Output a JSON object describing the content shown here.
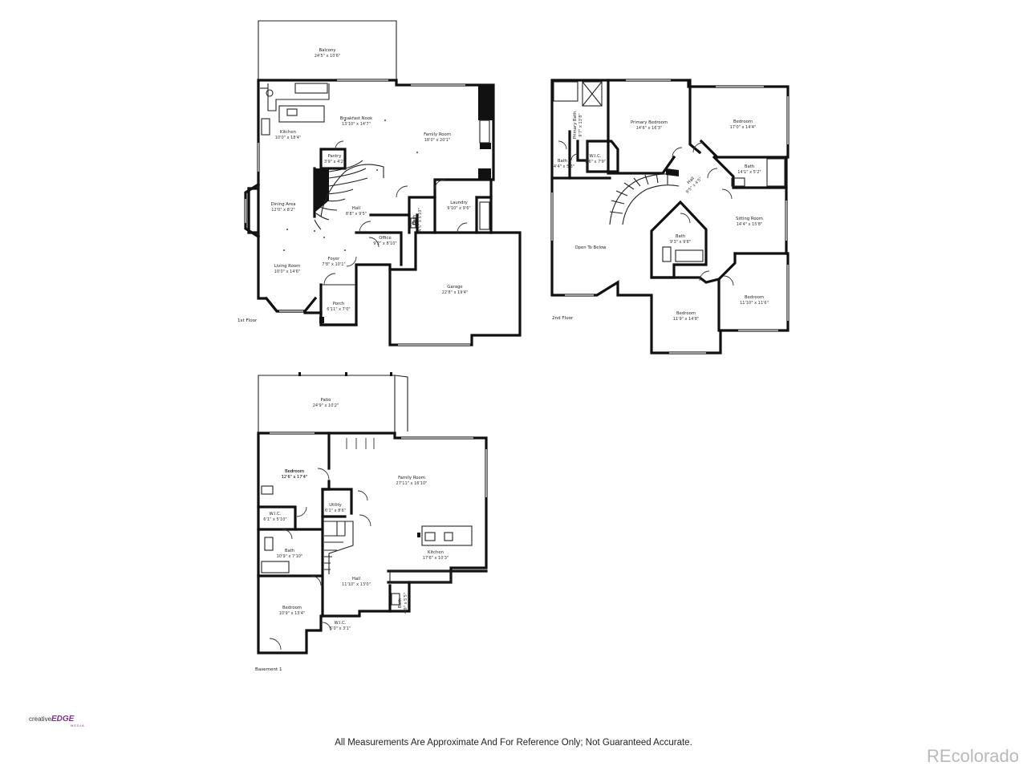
{
  "floors": {
    "first": {
      "label": "1st Floor",
      "rooms": [
        {
          "name": "Balcony",
          "dims": "24'5\" x 10'6\""
        },
        {
          "name": "Kitchen",
          "dims": "10'0\" x 18'4\""
        },
        {
          "name": "Breakfast Nook",
          "dims": "13'10\" x 14'7\""
        },
        {
          "name": "Family Room",
          "dims": "18'0\" x 20'1\""
        },
        {
          "name": "Pantry",
          "dims": "3'9\" x 4'2\""
        },
        {
          "name": "Dining Area",
          "dims": "12'0\" x 8'2\""
        },
        {
          "name": "Hall",
          "dims": "8'8\" x 9'5\""
        },
        {
          "name": "Laundry",
          "dims": "9'10\" x 9'6\""
        },
        {
          "name": "Bath",
          "dims": "4'5\" x 5'10\""
        },
        {
          "name": "Office",
          "dims": "9'2\" x 8'10\""
        },
        {
          "name": "Living Room",
          "dims": "10'0\" x 14'6\""
        },
        {
          "name": "Foyer",
          "dims": "7'8\" x 10'1\""
        },
        {
          "name": "Porch",
          "dims": "6'11\" x 7'0\""
        },
        {
          "name": "Garage",
          "dims": "22'8\" x 19'4\""
        }
      ]
    },
    "second": {
      "label": "2nd Floor",
      "rooms": [
        {
          "name": "Primary Bath",
          "dims": "9'7\" x 13'8\""
        },
        {
          "name": "Primary Bedroom",
          "dims": "14'6\" x 16'3\""
        },
        {
          "name": "Bedroom",
          "dims": "17'0\" x 14'4\""
        },
        {
          "name": "W.I.C.",
          "dims": "7'6\" x 7'9\""
        },
        {
          "name": "Bath",
          "dims": "4'4\" x 5'3\""
        },
        {
          "name": "Hall",
          "dims": "9'5\" x 4'5\""
        },
        {
          "name": "Bath",
          "dims": "14'1\" x 5'2\""
        },
        {
          "name": "Sitting Room",
          "dims": "14'4\" x 15'8\""
        },
        {
          "name": "Open To Below",
          "dims": ""
        },
        {
          "name": "Bath",
          "dims": "9'3\" x 9'8\""
        },
        {
          "name": "Bedroom",
          "dims": "11'10\" x 11'6\""
        },
        {
          "name": "Bedroom",
          "dims": "11'9\" x 14'8\""
        }
      ]
    },
    "basement": {
      "label": "Basement 1",
      "rooms": [
        {
          "name": "Patio",
          "dims": "24'9\" x 10'2\""
        },
        {
          "name": "Bedroom",
          "dims": "12'6\" x 17'4\""
        },
        {
          "name": "Family Room",
          "dims": "27'11\" x 16'10\""
        },
        {
          "name": "Utility",
          "dims": "6'1\" x 8'6\""
        },
        {
          "name": "W.I.C.",
          "dims": "6'1\" x 5'10\""
        },
        {
          "name": "Bath",
          "dims": "10'9\" x 7'10\""
        },
        {
          "name": "Kitchen",
          "dims": "17'6\" x 10'3\""
        },
        {
          "name": "Hall",
          "dims": "11'10\" x 13'0\""
        },
        {
          "name": "Bath",
          "dims": "4'9\" x 5'5\""
        },
        {
          "name": "Bedroom",
          "dims": "10'9\" x 13'4\""
        },
        {
          "name": "W.I.C.",
          "dims": "6'0\" x 3'1\""
        }
      ]
    }
  },
  "branding": {
    "line1": "creative",
    "line2": "EDGE",
    "line3": "MEDIA"
  },
  "disclaimer": "All Measurements Are Approximate And For Reference Only; Not Guaranteed Accurate.",
  "watermark": "REcolorado"
}
